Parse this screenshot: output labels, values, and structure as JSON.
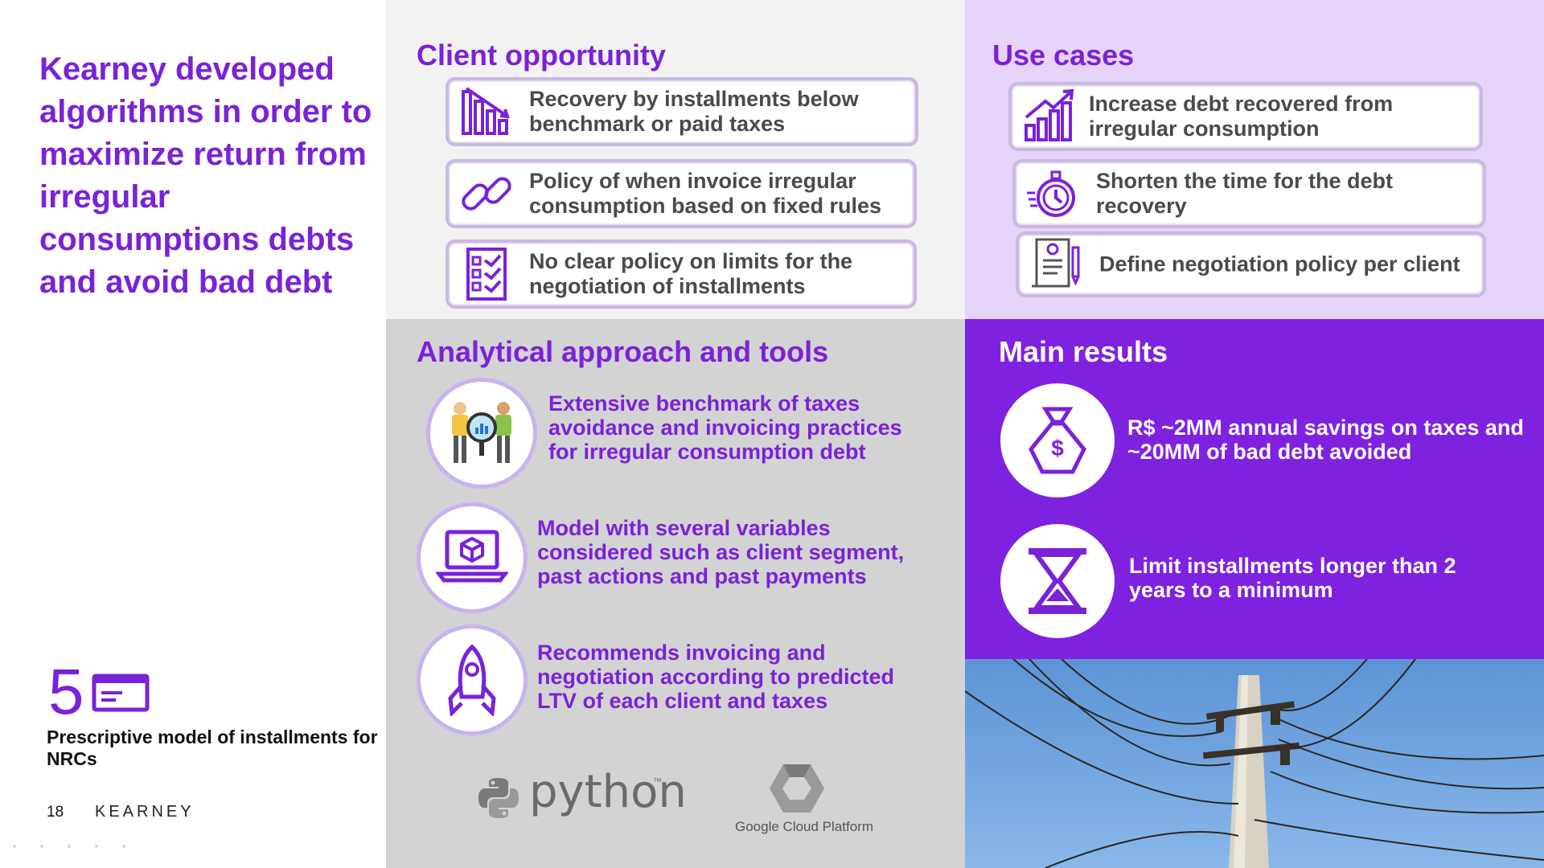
{
  "headline": "Kearney developed algorithms in order to maximize return from irregular consumptions debts and avoid bad debt",
  "stat": {
    "number": "5",
    "label": "Prescriptive model of installments for NRCs"
  },
  "footer": {
    "page_number": "18",
    "brand": "KEARNEY"
  },
  "client_opportunity": {
    "title": "Client opportunity",
    "items": [
      {
        "icon": "bar-chart-down-icon",
        "text": "Recovery by installments below benchmark or paid taxes"
      },
      {
        "icon": "chain-link-icon",
        "text": "Policy of when invoice irregular consumption based on fixed rules"
      },
      {
        "icon": "checklist-icon",
        "text": "No clear policy on limits for the negotiation of installments"
      }
    ]
  },
  "use_cases": {
    "title": "Use cases",
    "items": [
      {
        "icon": "growth-chart-icon",
        "text": "Increase debt recovered from irregular consumption"
      },
      {
        "icon": "stopwatch-icon",
        "text": "Shorten the time for the debt recovery"
      },
      {
        "icon": "contract-document-icon",
        "text": "Define negotiation policy per client"
      }
    ]
  },
  "analytical_approach": {
    "title": "Analytical approach and tools",
    "items": [
      {
        "icon": "analysts-magnifier-icon",
        "text": "Extensive benchmark of taxes avoidance and invoicing practices for irregular consumption debt"
      },
      {
        "icon": "laptop-cube-icon",
        "text": "Model with several variables considered such as client segment, past actions and past payments"
      },
      {
        "icon": "rocket-icon",
        "text": "Recommends invoicing and negotiation according to predicted LTV of each client and taxes"
      }
    ],
    "tools": {
      "python": "python",
      "python_tm": "™",
      "gcp": "Google Cloud Platform"
    }
  },
  "main_results": {
    "title": "Main results",
    "items": [
      {
        "icon": "money-bag-icon",
        "text": "R$ ~2MM annual savings on taxes and ~20MM of bad debt avoided"
      },
      {
        "icon": "hourglass-icon",
        "text": "Limit installments longer than 2 years to a minimum"
      }
    ]
  },
  "colors": {
    "purple": "#7a22d8",
    "results_bg": "#7f22e0",
    "usecases_bg": "#e6d3f8",
    "client_bg": "#f2f2f2",
    "approach_bg": "#d3d3d3"
  }
}
